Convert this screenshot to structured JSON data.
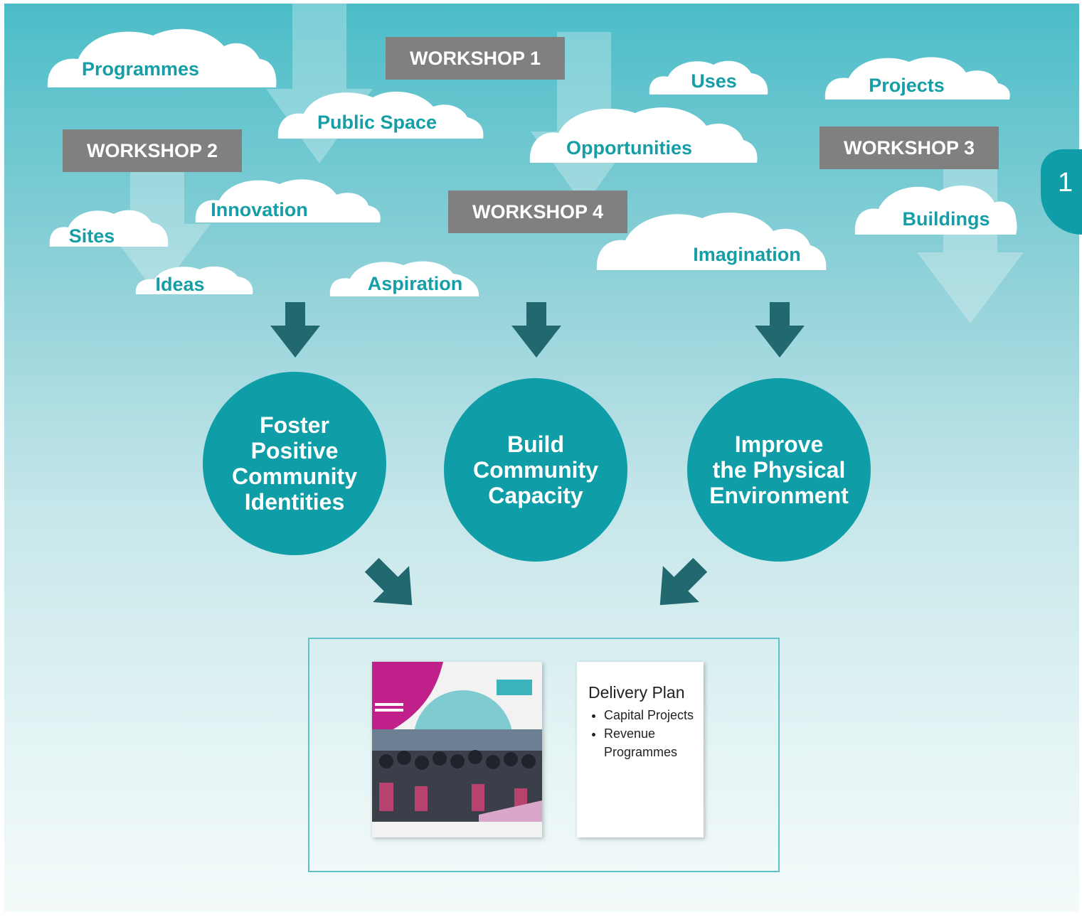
{
  "clouds": {
    "programmes": "Programmes",
    "public_space": "Public Space",
    "uses": "Uses",
    "projects": "Projects",
    "opportunities": "Opportunities",
    "innovation": "Innovation",
    "sites": "Sites",
    "ideas": "Ideas",
    "aspiration": "Aspiration",
    "imagination": "Imagination",
    "buildings": "Buildings"
  },
  "workshops": {
    "w1": "WORKSHOP 1",
    "w2": "WORKSHOP 2",
    "w3": "WORKSHOP 3",
    "w4": "WORKSHOP 4"
  },
  "themes": {
    "foster": [
      "Foster",
      "Positive",
      "Community",
      "Identities"
    ],
    "build": [
      "Build",
      "Community",
      "Capacity"
    ],
    "improve": [
      "Improve",
      "the Physical",
      "Environment"
    ]
  },
  "delivery_plan": {
    "title": "Delivery Plan",
    "items": [
      "Capital Projects",
      "Revenue Programmes"
    ]
  },
  "page_number": "1",
  "colors": {
    "teal": "#0f9ea7",
    "dark_teal": "#22686f",
    "workshop_grey": "#808080",
    "cloud_text": "#169ea7"
  }
}
